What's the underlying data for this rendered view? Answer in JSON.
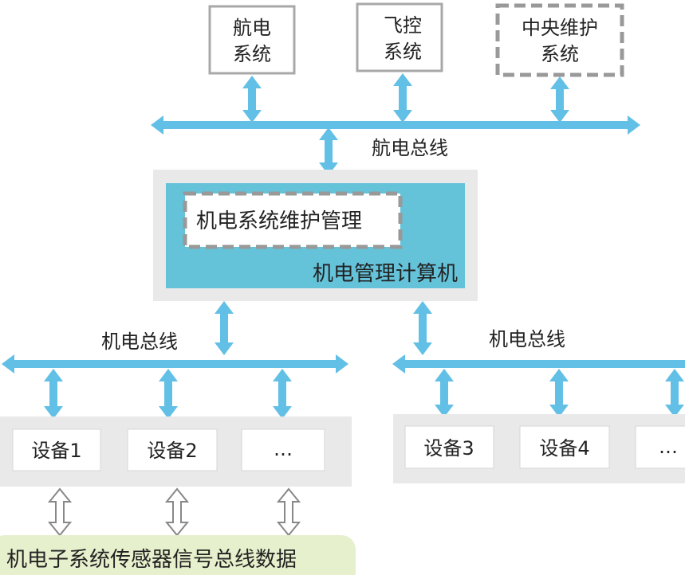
{
  "colors": {
    "bus": "#62c0e6",
    "computer_fill": "#64c2d9",
    "panel_gray": "#e9e9e9",
    "box_border": "#a8a8a8",
    "dashed_border": "#999999",
    "sensor_fill": "#e6f0cc",
    "hollow_arrow": "#888888",
    "text": "#222222"
  },
  "top_systems": {
    "avionics": {
      "line1": "航电",
      "line2": "系统"
    },
    "flight_control": {
      "line1": "飞控",
      "line2": "系统"
    },
    "central_maintenance": {
      "line1": "中央维护",
      "line2": "系统"
    }
  },
  "avionics_bus_label": "航电总线",
  "computer": {
    "title": "机电管理计算机",
    "maintenance_label": "机电系统维护管理"
  },
  "left_bus": {
    "label": "机电总线",
    "devices": [
      "设备1",
      "设备2",
      "…"
    ]
  },
  "right_bus": {
    "label": "机电总线",
    "devices": [
      "设备3",
      "设备4",
      "…"
    ]
  },
  "sensor_bus_label": "机电子系统传感器信号总线数据"
}
